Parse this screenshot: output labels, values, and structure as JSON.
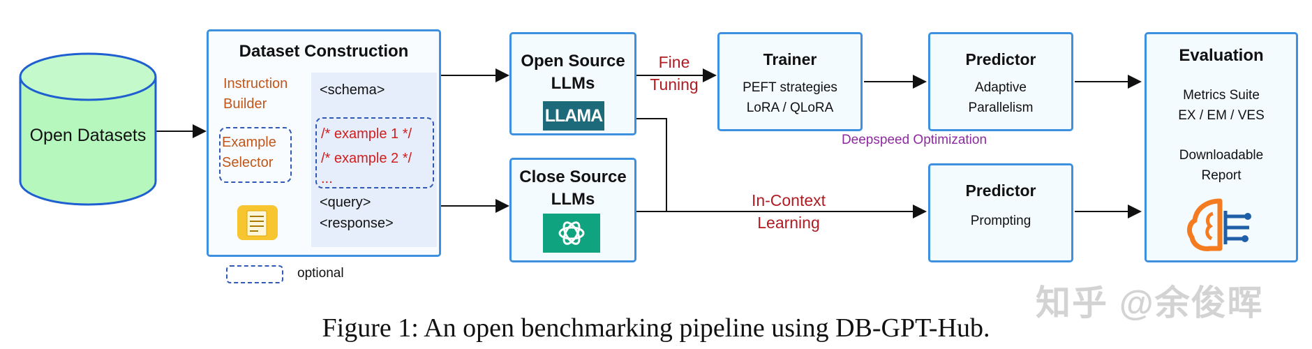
{
  "nodes": {
    "open_datasets": "Open Datasets",
    "dataset_construction": {
      "title": "Dataset Construction",
      "instruction_builder_1": "Instruction",
      "instruction_builder_2": "Builder",
      "example_selector_1": "Example",
      "example_selector_2": "Selector",
      "schema": "<schema>",
      "example1": "/* example 1 */",
      "example2": "/* example 2 */",
      "ellipsis": "...",
      "query": "<query>",
      "response": "<response>"
    },
    "open_llms": {
      "line1": "Open Source",
      "line2": "LLMs",
      "logo": "LLAMA 2"
    },
    "close_llms": {
      "line1": "Close Source",
      "line2": "LLMs"
    },
    "trainer": {
      "title": "Trainer",
      "line1": "PEFT strategies",
      "line2": "LoRA / QLoRA"
    },
    "predictor_top": {
      "title": "Predictor",
      "line1": "Adaptive",
      "line2": "Parallelism"
    },
    "predictor_bottom": {
      "title": "Predictor",
      "line1": "Prompting"
    },
    "evaluation": {
      "title": "Evaluation",
      "line1": "Metrics Suite",
      "line2": "EX / EM / VES",
      "line3": "Downloadable",
      "line4": "Report"
    }
  },
  "edge_labels": {
    "fine_tuning_1": "Fine",
    "fine_tuning_2": "Tuning",
    "in_context_1": "In-Context",
    "in_context_2": "Learning",
    "deepspeed": "Deepspeed Optimization"
  },
  "legend": {
    "optional": "optional"
  },
  "caption": "Figure 1: An open benchmarking pipeline using DB-GPT-Hub.",
  "watermark": "知乎 @余俊晖",
  "icons": [
    "document-icon",
    "llama-logo",
    "openai-logo",
    "brain-circuit-icon"
  ],
  "colors": {
    "box_border": "#3d8fe0",
    "cylinder_fill": "#b6f7be",
    "accent_red": "#d11d1d",
    "accent_purple": "#8e2aa0"
  }
}
